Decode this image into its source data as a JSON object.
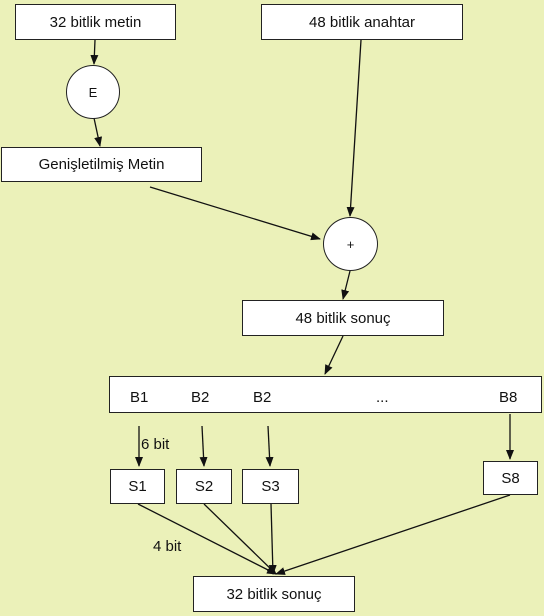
{
  "nodes": {
    "input_text": "32 bitlik metin",
    "key": "48 bitlik anahtar",
    "expansion_op": "E",
    "expanded_text": "Genişletilmiş  Metin",
    "xor_op": "+",
    "result_48": "48 bitlik sonuç",
    "result_32": "32 bitlik sonuç"
  },
  "blocks": {
    "b1": "B1",
    "b2a": "B2",
    "b2b": "B2",
    "ellipsis": "...",
    "b8": "B8"
  },
  "sboxes": {
    "s1": "S1",
    "s2": "S2",
    "s3": "S3",
    "s8": "S8"
  },
  "labels": {
    "six_bit": "6 bit",
    "four_bit": "4 bit"
  },
  "colors": {
    "background": "#ebf1b9",
    "box_fill": "#ffffff",
    "line": "#111111"
  }
}
